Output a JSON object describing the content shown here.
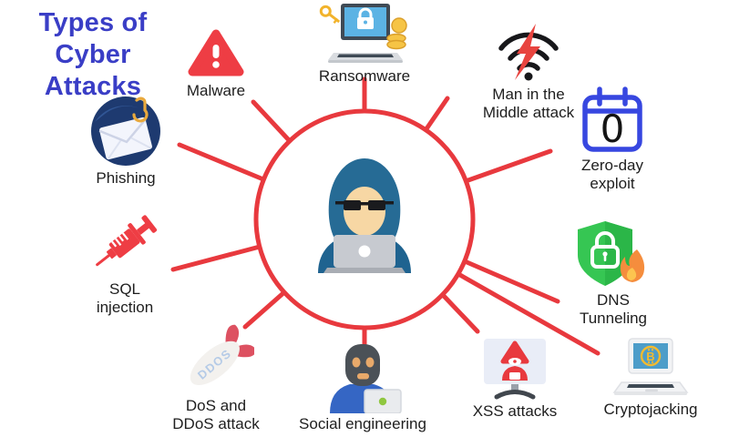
{
  "title": {
    "lines": [
      "Types of",
      "Cyber Attacks"
    ]
  },
  "colors": {
    "spoke_red": "#e8393e",
    "title_blue": "#3a3ec6",
    "label_text": "#1e1e1e"
  },
  "attacks": [
    {
      "id": "malware",
      "icon": "warning-triangle-icon",
      "label_lines": [
        "Malware"
      ]
    },
    {
      "id": "ransomware",
      "icon": "ransomware-locked-laptop-icon",
      "label_lines": [
        "Ransomware"
      ]
    },
    {
      "id": "man-in-the-middle",
      "icon": "broken-wifi-icon",
      "label_lines": [
        "Man in the",
        "Middle attack"
      ]
    },
    {
      "id": "zero-day-exploit",
      "icon": "zero-day-calendar-icon",
      "label_lines": [
        "Zero-day",
        "exploit"
      ]
    },
    {
      "id": "phishing",
      "icon": "phishing-envelope-hook-icon",
      "label_lines": [
        "Phishing"
      ]
    },
    {
      "id": "sql-injection",
      "icon": "syringe-icon",
      "label_lines": [
        "SQL",
        "injection"
      ]
    },
    {
      "id": "dns-tunneling",
      "icon": "shield-lock-fire-icon",
      "label_lines": [
        "DNS",
        "Tunneling"
      ]
    },
    {
      "id": "dos-ddos-attack",
      "icon": "ddos-missile-icon",
      "label_lines": [
        "DoS and",
        "DDoS attack"
      ]
    },
    {
      "id": "social-engineering",
      "icon": "masked-person-laptop-icon",
      "label_lines": [
        "Social engineering"
      ]
    },
    {
      "id": "xss-attacks",
      "icon": "hacker-monitor-icon",
      "label_lines": [
        "XSS attacks"
      ]
    },
    {
      "id": "cryptojacking",
      "icon": "bitcoin-laptop-icon",
      "label_lines": [
        "Cryptojacking"
      ]
    }
  ],
  "missile_text": "DDOS",
  "zero_day_number": "0",
  "bitcoin_symbol": "B"
}
